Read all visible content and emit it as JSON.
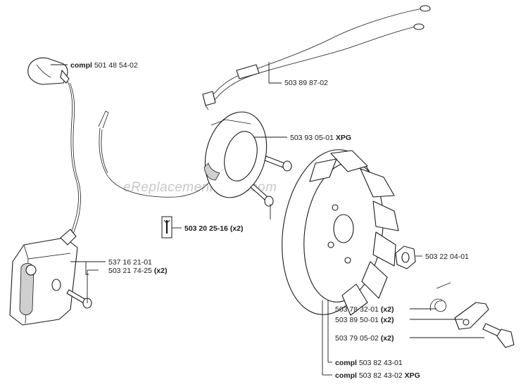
{
  "watermark": "eReplacementParts.com",
  "labels": {
    "spark_cap": {
      "prefix": "compl",
      "number": "501 48 54-02"
    },
    "wire_harness": {
      "number": "503 89 87-02"
    },
    "stator": {
      "number": "503 93 05-01",
      "suffix": "XPG"
    },
    "screw_stator": {
      "number": "503 20 25-16",
      "qty": "(x2)"
    },
    "coil": {
      "number": "537 16 21-01"
    },
    "screw_coil": {
      "number": "503 21 74-25",
      "qty": "(x2)"
    },
    "nut": {
      "number": "503 22 04-01"
    },
    "spring": {
      "number": "503 78 32-01",
      "qty": "(x2)"
    },
    "pawl": {
      "number": "503 89 50-01",
      "qty": "(x2)"
    },
    "pin": {
      "number": "503 79 05-02",
      "qty": "(x2)"
    },
    "flywheel_a": {
      "prefix": "compl",
      "number": "503 82 43-01"
    },
    "flywheel_b": {
      "prefix": "compl",
      "number": "503 82 43-02",
      "suffix": "XPG"
    }
  },
  "icons": [
    "wrench-icon"
  ]
}
